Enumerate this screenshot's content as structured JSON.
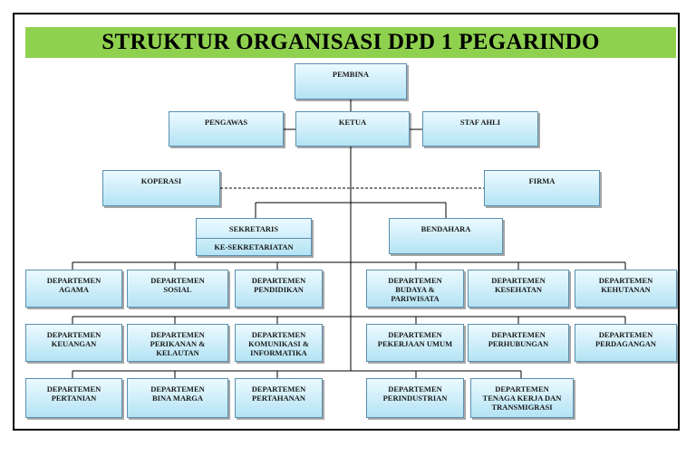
{
  "title": "STRUKTUR ORGANISASI DPD 1 PEGARINDO",
  "top": {
    "pembina": "PEMBINA",
    "ketua": "KETUA",
    "pengawas": "PENGAWAS",
    "staf_ahli": "STAF AHLI",
    "koperasi": "KOPERASI",
    "firma": "FIRMA",
    "sekretaris": "SEKRETARIS",
    "kesekretariatan": "KE-SEKRETARIATAN",
    "bendahara": "BENDAHARA"
  },
  "departments": {
    "agama": [
      "DEPARTEMEN",
      "AGAMA"
    ],
    "sosial": [
      "DEPARTEMEN",
      "SOSIAL"
    ],
    "pendidikan": [
      "DEPARTEMEN",
      "PENDIDIKAN"
    ],
    "budaya": [
      "DEPARTEMEN",
      "BUDAYA &",
      "PARIWISATA"
    ],
    "kesehatan": [
      "DEPARTEMEN",
      "KESEHATAN"
    ],
    "kehutanan": [
      "DEPARTEMEN",
      "KEHUTANAN"
    ],
    "keuangan": [
      "DEPARTEMEN",
      "KEUANGAN"
    ],
    "perikanan": [
      "DEPARTEMEN",
      "PERIKANAN &",
      "KELAUTAN"
    ],
    "kominfo": [
      "DEPARTEMEN",
      "KOMUNIKASI &",
      "INFORMATIKA"
    ],
    "pu": [
      "DEPARTEMEN",
      "PEKERJAAN UMUM"
    ],
    "perhubungan": [
      "DEPARTEMEN",
      "PERHUBUNGAN"
    ],
    "perdagangan": [
      "DEPARTEMEN",
      "PERDAGANGAN"
    ],
    "pertanian": [
      "DEPARTEMEN",
      "PERTANIAN"
    ],
    "binamarga": [
      "DEPARTEMEN",
      "BINA MARGA"
    ],
    "pertahanan": [
      "DEPARTEMEN",
      "PERTAHANAN"
    ],
    "perindustrian": [
      "DEPARTEMEN",
      "PERINDUSTRIAN"
    ],
    "tenagakerja": [
      "DEPARTEMEN",
      "TENAGA KERJA DAN",
      "TRANSMIGRASI"
    ]
  }
}
